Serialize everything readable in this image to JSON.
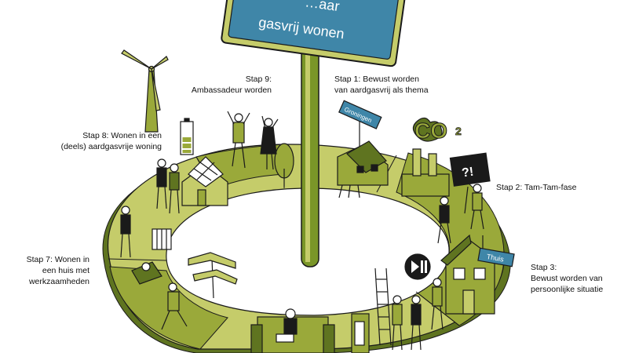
{
  "sign": {
    "line1": "…aar",
    "line2": "gasvrij wonen"
  },
  "signs": {
    "groningen": "Groningen",
    "thuis": "Thuis",
    "question": "?!",
    "co2": "CO",
    "co2_sub": "2"
  },
  "steps": [
    {
      "id": "stap-1",
      "lines": [
        "Stap 1: Bewust worden",
        "van aardgasvrij als thema"
      ]
    },
    {
      "id": "stap-2",
      "lines": [
        "Stap 2: Tam-Tam-fase"
      ]
    },
    {
      "id": "stap-3",
      "lines": [
        "Stap 3:",
        "Bewust worden van",
        "persoonlijke situatie"
      ]
    },
    {
      "id": "stap-7",
      "lines": [
        "Stap 7: Wonen in",
        "een huis met",
        "werkzaamheden"
      ]
    },
    {
      "id": "stap-8",
      "lines": [
        "Stap 8: Wonen in een",
        "(deels) aardgasvrije woning"
      ]
    },
    {
      "id": "stap-9",
      "lines": [
        "Stap 9:",
        "Ambassadeur worden"
      ]
    }
  ],
  "colors": {
    "ring_light": "#c5cc6a",
    "ring_mid": "#9aa93a",
    "ring_dark": "#5f7420",
    "sign_blue": "#3f86a8",
    "sign_border": "#7a9628",
    "outline": "#1a1a1a",
    "figure_green": "#7d9a2c"
  },
  "icons": [
    "wind-turbine-icon",
    "battery-icon",
    "solar-house-icon",
    "factory-icon",
    "play-pause-icon",
    "ladder-icon",
    "radiator-icon",
    "signpost-icon",
    "sofa-icon",
    "tree-icon"
  ]
}
